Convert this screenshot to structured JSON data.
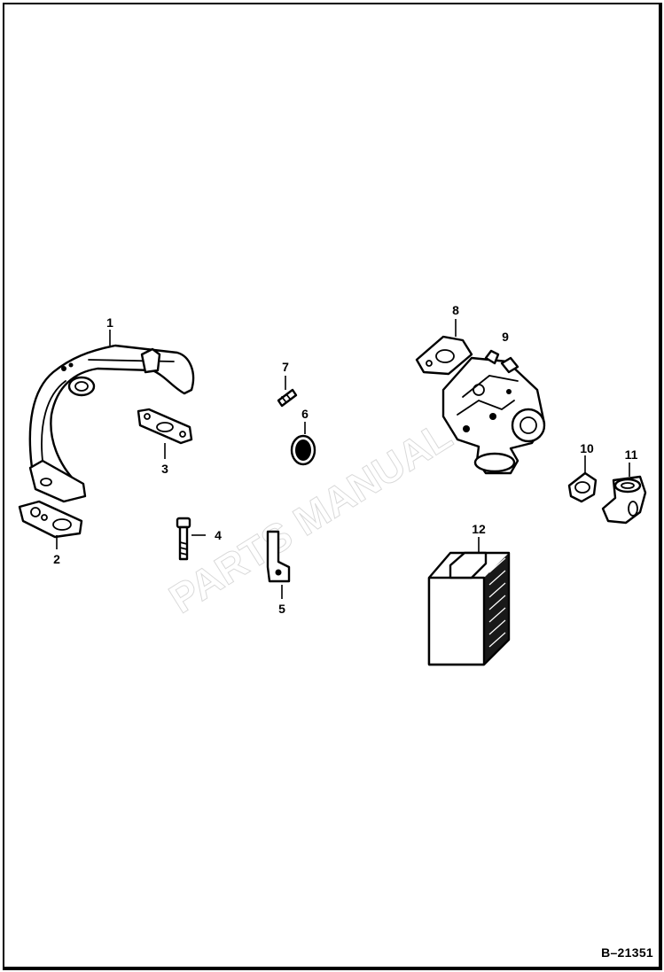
{
  "figure_id": "B–21351",
  "colors": {
    "line": "#000000",
    "background": "#ffffff",
    "watermark": "#bbbbbb"
  },
  "callouts": [
    {
      "id": "callout-1",
      "label": "1"
    },
    {
      "id": "callout-2",
      "label": "2"
    },
    {
      "id": "callout-3",
      "label": "3"
    },
    {
      "id": "callout-4",
      "label": "4"
    },
    {
      "id": "callout-5",
      "label": "5"
    },
    {
      "id": "callout-6",
      "label": "6"
    },
    {
      "id": "callout-7",
      "label": "7"
    },
    {
      "id": "callout-8",
      "label": "8"
    },
    {
      "id": "callout-9",
      "label": "9"
    },
    {
      "id": "callout-10",
      "label": "10"
    },
    {
      "id": "callout-11",
      "label": "11"
    },
    {
      "id": "callout-12",
      "label": "12"
    }
  ]
}
